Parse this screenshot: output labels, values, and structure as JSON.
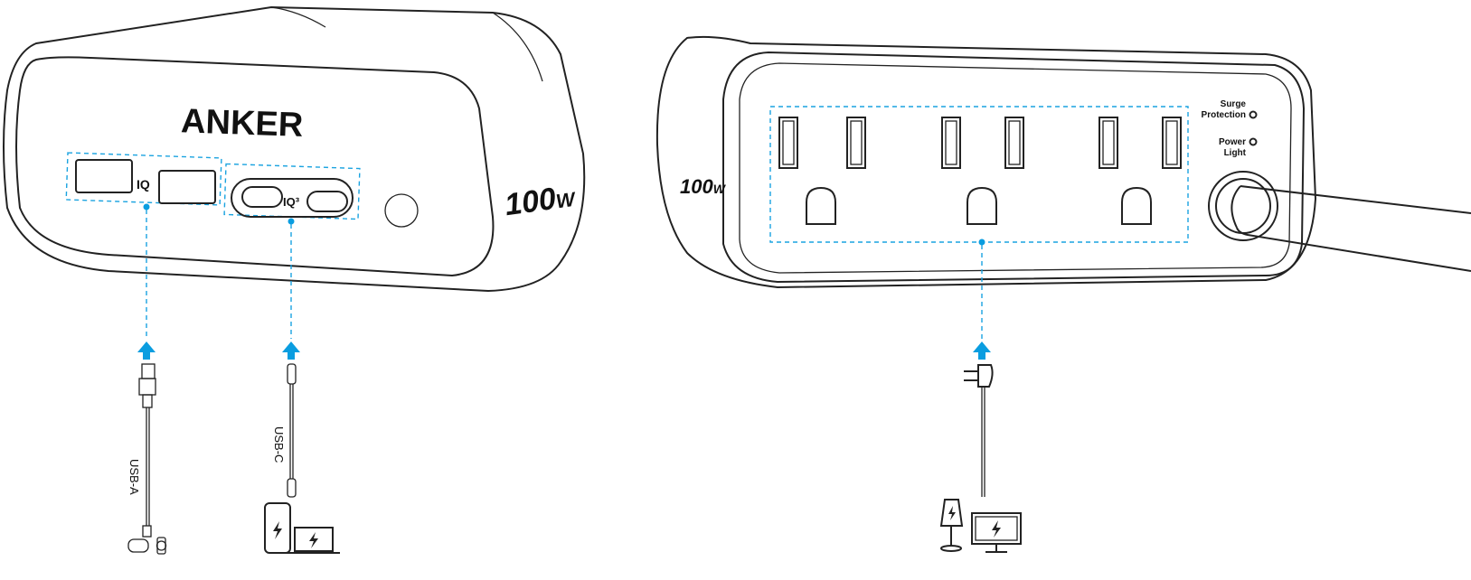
{
  "left_device": {
    "brand": "ANKER",
    "wattage_number": "100",
    "wattage_unit": "W",
    "usb_a_badge": "IQ",
    "usb_c_badge": "IQ³"
  },
  "right_device": {
    "wattage_number": "100",
    "wattage_unit": "W",
    "surge_label_line1": "Surge",
    "surge_label_line2": "Protection",
    "power_label_line1": "Power",
    "power_label_line2": "Light"
  },
  "cables": {
    "usb_a": "USB-A",
    "usb_c": "USB-C"
  },
  "colors": {
    "accent": "#0a9de0",
    "line": "#222222"
  }
}
